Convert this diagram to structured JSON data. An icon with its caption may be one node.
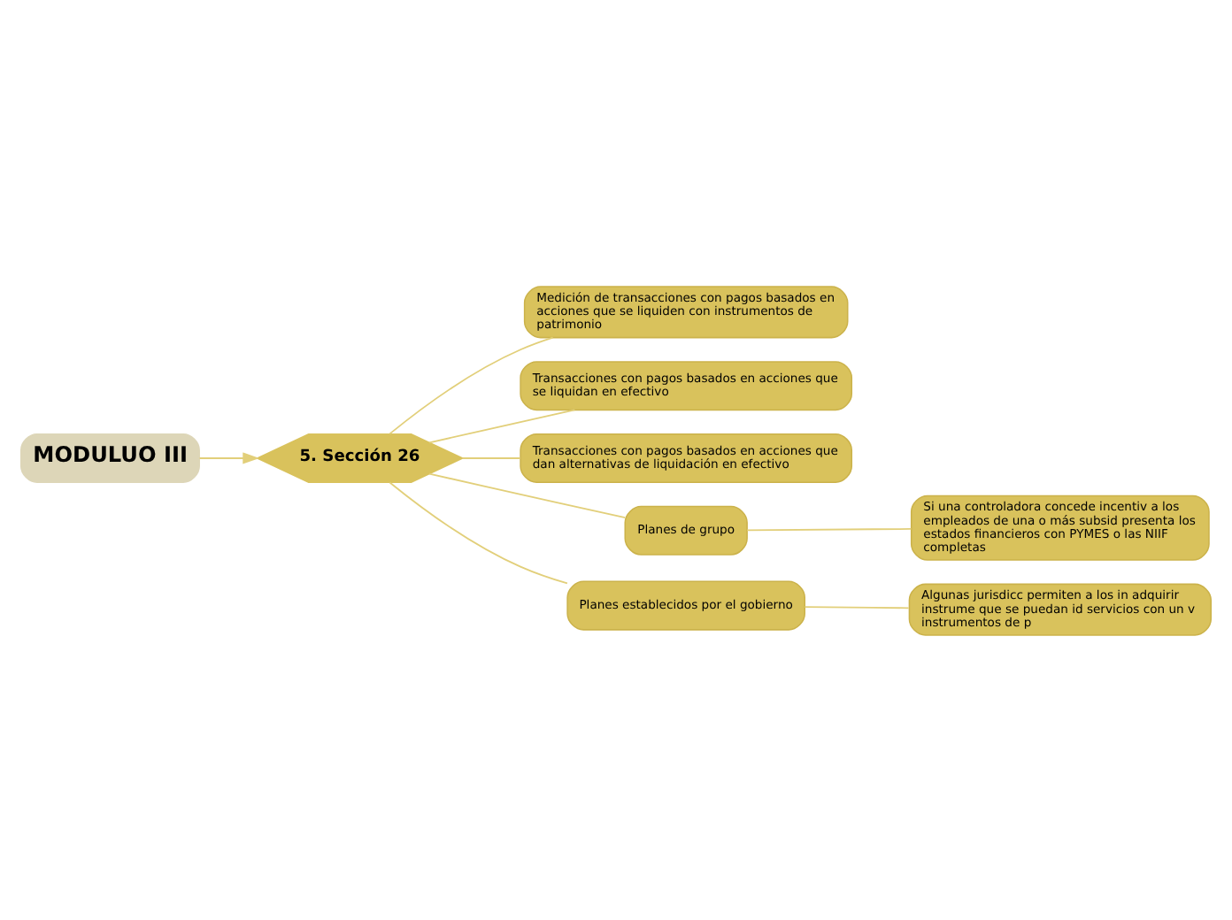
{
  "diagram": {
    "nodes": [
      {
        "text": [
          "MODULUO III"
        ]
      },
      {
        "text": [
          "5. Sección 26"
        ]
      },
      {
        "text": [
          "Medición de transacciones con pagos basados en acciones que se liquiden con instrumentos de patrimonio"
        ]
      },
      {
        "text": [
          "Transacciones con pagos basados en acciones que se liquidan en efectivo"
        ]
      },
      {
        "text": [
          "Transacciones con pagos basados en acciones que dan alternativas de liquidación en efectivo"
        ]
      },
      {
        "text": [
          "Planes de grupo"
        ]
      },
      {
        "text": [
          "Si una controladora concede incentiv a los empleados de una o más subsid presenta los estados financieros con PYMES o las NIIF completas"
        ]
      },
      {
        "text": [
          "Planes establecidos por el gobierno"
        ]
      },
      {
        "text": [
          "Algunas jurisdicc permiten a los in adquirir instrume que se puedan id servicios con un v instrumentos de p"
        ]
      }
    ],
    "edges": [
      {
        "from": 0,
        "to": 1,
        "arrow": "to"
      },
      {
        "from": 1,
        "to": 2,
        "arrow": "none"
      },
      {
        "from": 1,
        "to": 3,
        "arrow": "none"
      },
      {
        "from": 1,
        "to": 4,
        "arrow": "none"
      },
      {
        "from": 1,
        "to": 5,
        "arrow": "none"
      },
      {
        "from": 5,
        "to": 6,
        "arrow": "none"
      },
      {
        "from": 1,
        "to": 7,
        "arrow": "none"
      },
      {
        "from": 7,
        "to": 8,
        "arrow": "none"
      }
    ]
  }
}
